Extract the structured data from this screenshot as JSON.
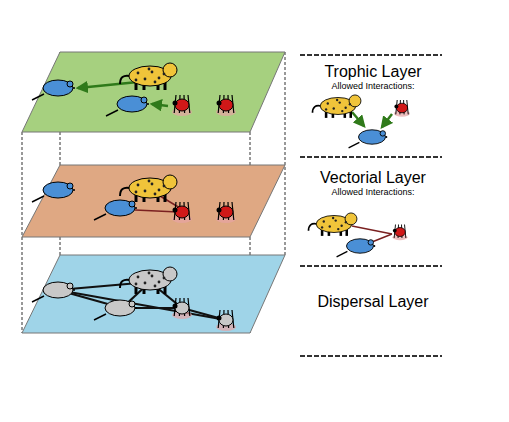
{
  "diagram": {
    "nodes": [
      {
        "text": [
          "Trophic Layer",
          "Allowed Interactions:"
        ]
      },
      {
        "text": [
          "Vectorial Layer",
          "Allowed Interactions:"
        ]
      },
      {
        "text": [
          "Dispersal Layer"
        ]
      }
    ]
  }
}
